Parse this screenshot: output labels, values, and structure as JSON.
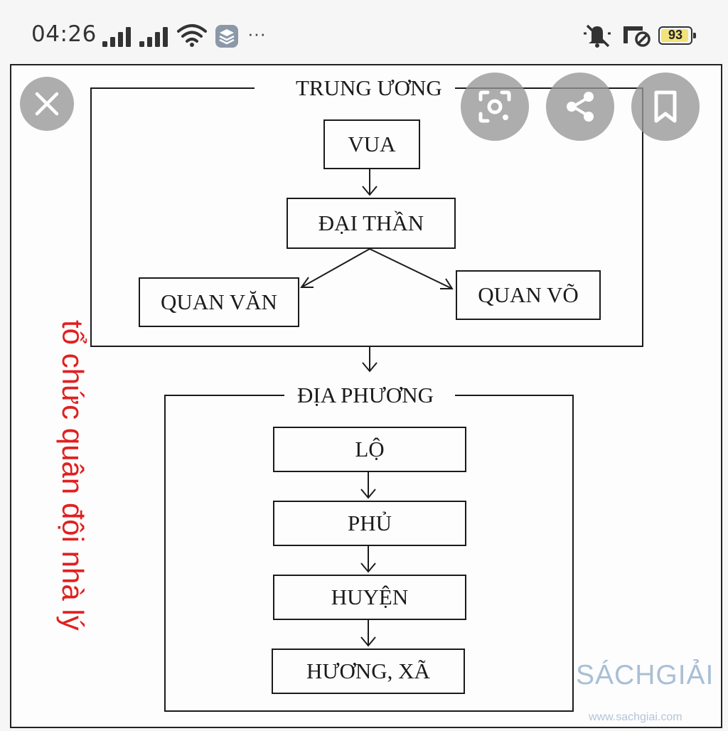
{
  "status_bar": {
    "time": "04:26",
    "more": "···",
    "battery": "93"
  },
  "overlay": {
    "close_icon": "close-icon",
    "lens_icon": "lens-icon",
    "share_icon": "share-icon",
    "bookmark_icon": "bookmark-icon"
  },
  "diagram": {
    "central": {
      "title": "TRUNG ƯƠNG",
      "king": "VUA",
      "minister": "ĐẠI THẦN",
      "civil": "QUAN VĂN",
      "military": "QUAN VÕ"
    },
    "local": {
      "title": "ĐỊA PHƯƠNG",
      "levels": [
        "LỘ",
        "PHỦ",
        "HUYỆN",
        "HƯƠNG, XÃ"
      ]
    }
  },
  "annotation": "tổ chức quân đội nhà lý",
  "watermark": {
    "brand": "SÁCHGIẢI",
    "url": "www.sachgiai.com"
  },
  "colors": {
    "annotation": "#e02020",
    "watermark": "#a9bfd6",
    "overlay": "#969696",
    "battery": "#f1e27a"
  }
}
